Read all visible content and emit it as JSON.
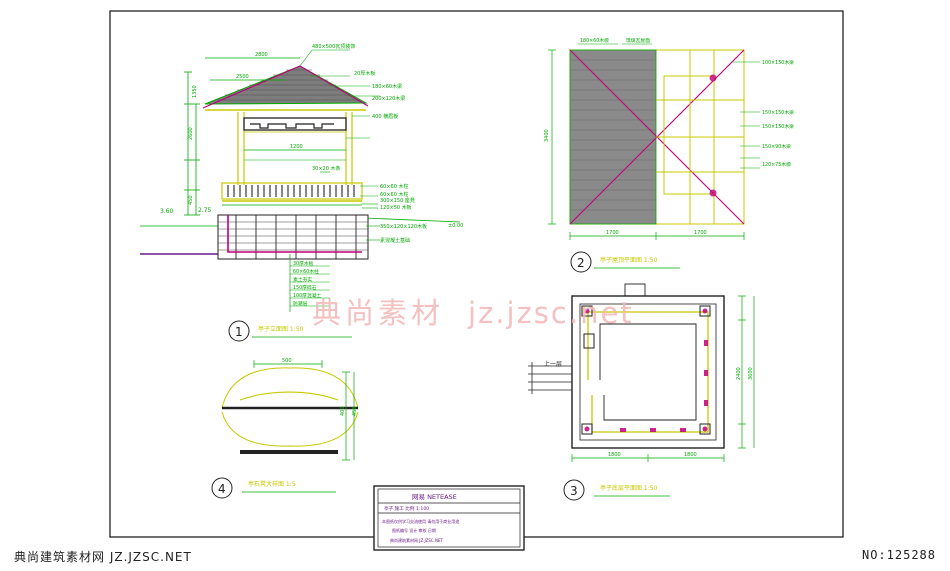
{
  "watermark": {
    "brand": "典尚素材",
    "site": "jz.jzsc.net"
  },
  "footer": {
    "left": "典尚建筑素材网 JZ.JZSC.NET",
    "right": "NO:125288"
  },
  "drawings": {
    "elevation": {
      "number": "1",
      "caption": "亭子立面图 1:50"
    },
    "roof_plan": {
      "number": "2",
      "caption": "亭子屋顶平面图 1:50"
    },
    "floor_plan": {
      "number": "3",
      "caption": "亭子底层平面图 1:50"
    },
    "seat_detail": {
      "number": "4",
      "caption": "亭石凳大样图 1:5"
    }
  },
  "elevation_notes": [
    "480×500瓦顶装饰",
    "20厚木板",
    "180×60木梁",
    "200×120木梁",
    "400 横眉板",
    "30×20 木条",
    "60×60 木柱",
    "60×60 木柱",
    "300×150 座凳",
    "120×50 木板",
    "350×120×120木板",
    "素混凝土基础"
  ],
  "foundation_notes": [
    "30厚木板",
    "60×60木柱",
    "素土夯实",
    "150厚碎石",
    "100厚混凝土",
    "防潮层"
  ],
  "dims": {
    "left_elev": "3.60",
    "ground": "±0.00",
    "h1": "2.75"
  },
  "roof_notes": [
    "180×60木檩",
    "琉璃瓦屋面",
    "100×150木梁",
    "150×150木梁",
    "150×150木梁",
    "150×90木梁",
    "120×75木檩"
  ],
  "plan_label": "上一层",
  "title_block": {
    "line1": "网易 NETEASE",
    "line2": "亭子 施工 比例 1:100",
    "line3": "本图纸仅供学习交流使用 请勿用于商业用途",
    "line4": "图纸编号 设计 审核 日期",
    "line5": "典尚建筑素材网 JZ.JZSC.NET"
  }
}
